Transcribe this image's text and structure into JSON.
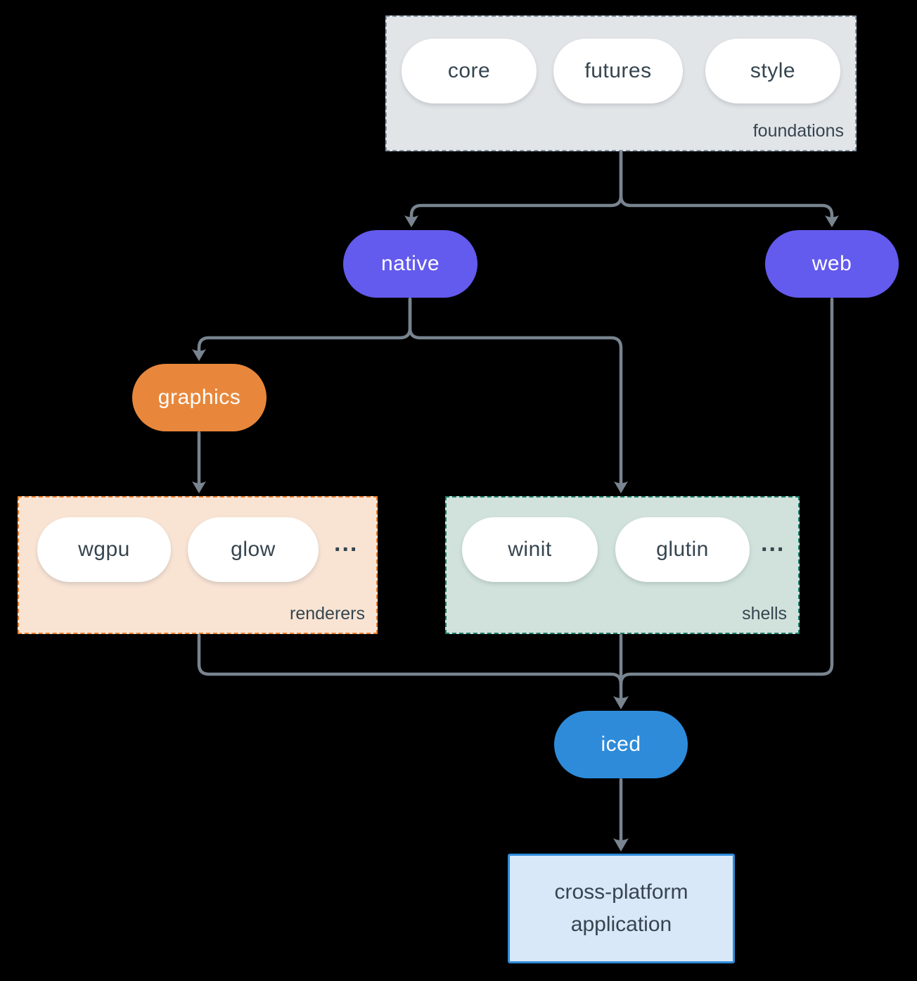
{
  "diagram": {
    "background": "#000000",
    "groups": {
      "foundations": {
        "label": "foundations",
        "pills": [
          "core",
          "futures",
          "style"
        ]
      },
      "renderers": {
        "label": "renderers",
        "pills": [
          "wgpu",
          "glow"
        ],
        "ellipsis": "..."
      },
      "shells": {
        "label": "shells",
        "pills": [
          "winit",
          "glutin"
        ],
        "ellipsis": "..."
      }
    },
    "nodes": {
      "native": "native",
      "web": "web",
      "graphics": "graphics",
      "iced": "iced",
      "application": "cross-platform application"
    },
    "colors": {
      "connector_line": "#78848F",
      "node_purple": "#635AEE",
      "node_orange": "#E8873B",
      "node_blue": "#2E8BDA",
      "pill_white": "#FFFFFF",
      "dark_text": "#36454F",
      "foundations_fill": "#E2E5E8",
      "foundations_border": "#8494A4",
      "renderers_fill": "#F9E4D4",
      "renderers_border": "#E87D2E",
      "shells_fill": "#D0E2DB",
      "shells_border": "#1D7A68",
      "application_fill": "#D9E8F8",
      "application_border": "#2E8BDA"
    }
  }
}
